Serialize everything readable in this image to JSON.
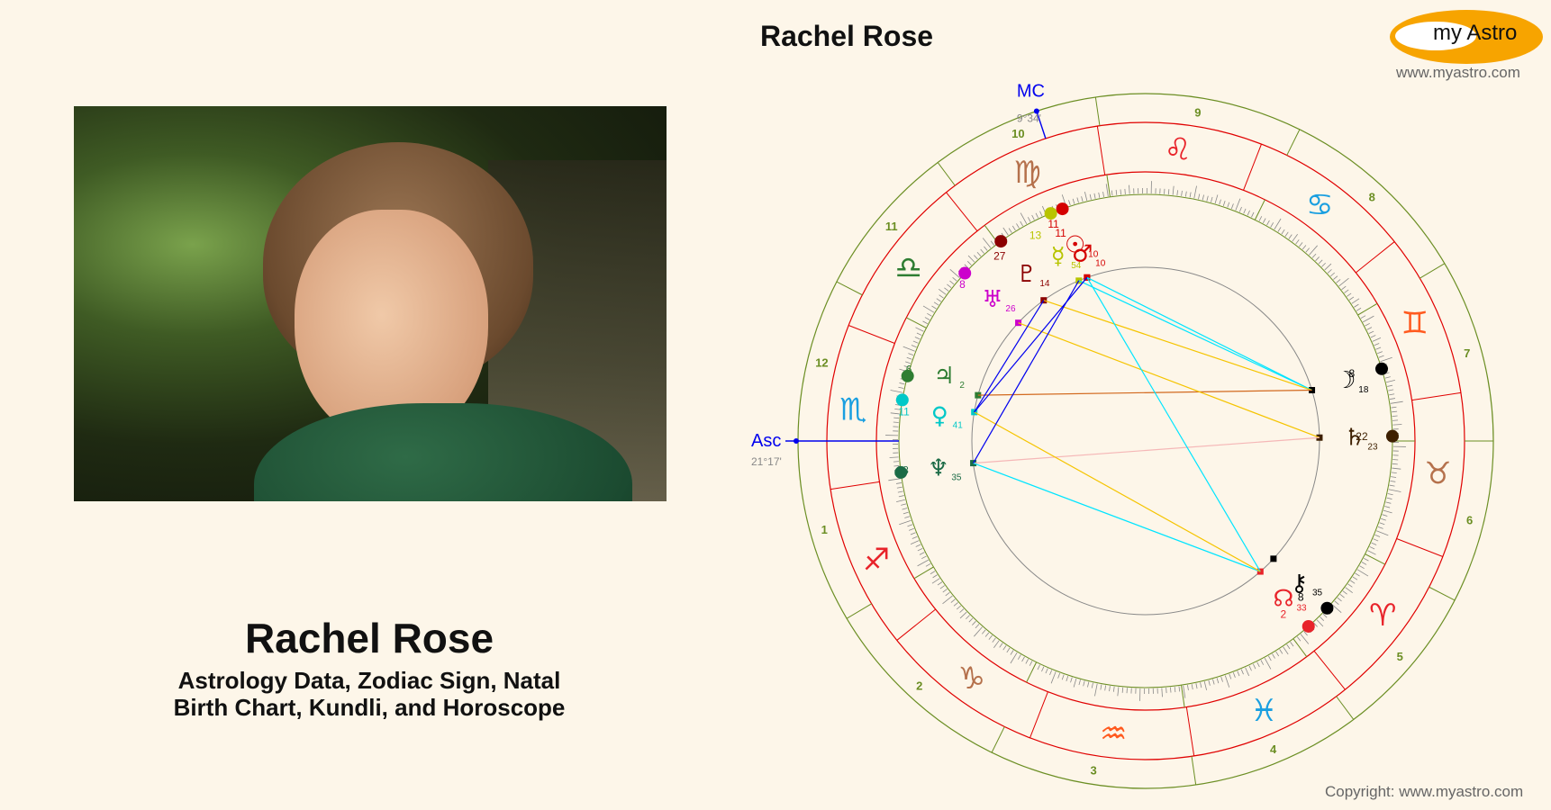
{
  "header": {
    "title": "Rachel Rose"
  },
  "logo": {
    "text": "my Astro",
    "url": "www.myastro.com"
  },
  "profile": {
    "photo_alt": "Rachel Rose portrait",
    "name": "Rachel Rose",
    "subtitle_line1": "Astrology Data, Zodiac Sign, Natal",
    "subtitle_line2": "Birth Chart, Kundli, and Horoscope"
  },
  "footer": {
    "copyright": "Copyright: www.myastro.com"
  },
  "chart": {
    "angles": {
      "asc": {
        "label": "Asc",
        "position": "21°17'"
      },
      "mc": {
        "label": "MC",
        "position": "9°34'"
      }
    },
    "houses": [
      "1",
      "2",
      "3",
      "4",
      "5",
      "6",
      "7",
      "8",
      "9",
      "10",
      "11",
      "12"
    ],
    "signs": [
      {
        "name": "Aries",
        "glyph": "♈",
        "color": "#e8232a"
      },
      {
        "name": "Taurus",
        "glyph": "♉",
        "color": "#b5714c"
      },
      {
        "name": "Gemini",
        "glyph": "♊",
        "color": "#ff5a1f"
      },
      {
        "name": "Cancer",
        "glyph": "♋",
        "color": "#1a9fe0"
      },
      {
        "name": "Leo",
        "glyph": "♌",
        "color": "#e8232a"
      },
      {
        "name": "Virgo",
        "glyph": "♍",
        "color": "#b5714c"
      },
      {
        "name": "Libra",
        "glyph": "♎",
        "color": "#2e7d32"
      },
      {
        "name": "Scorpio",
        "glyph": "♏",
        "color": "#1a9fe0"
      },
      {
        "name": "Sagittarius",
        "glyph": "♐",
        "color": "#e8232a"
      },
      {
        "name": "Capricorn",
        "glyph": "♑",
        "color": "#b5714c"
      },
      {
        "name": "Aquarius",
        "glyph": "♒",
        "color": "#ff5a1f"
      },
      {
        "name": "Pisces",
        "glyph": "♓",
        "color": "#1a9fe0"
      }
    ],
    "planets": [
      {
        "name": "Sun",
        "glyph": "☉",
        "degree": "11",
        "minutes": "10",
        "color": "#d40000"
      },
      {
        "name": "Mars",
        "glyph": "♂",
        "degree": "11",
        "minutes": "10",
        "color": "#d40000"
      },
      {
        "name": "Mercury",
        "glyph": "☿",
        "degree": "13",
        "minutes": "54",
        "color": "#b8c400"
      },
      {
        "name": "Pluto",
        "glyph": "♇",
        "degree": "27",
        "minutes": "14",
        "color": "#8b0000"
      },
      {
        "name": "Uranus",
        "glyph": "♅",
        "degree": "8",
        "minutes": "26",
        "color": "#cc00cc"
      },
      {
        "name": "Jupiter",
        "glyph": "♃",
        "degree": "6",
        "minutes": "2",
        "color": "#2e7d32"
      },
      {
        "name": "Venus",
        "glyph": "♀",
        "degree": "11",
        "minutes": "41",
        "color": "#00c8c8"
      },
      {
        "name": "Neptune",
        "glyph": "♆",
        "degree": "28",
        "minutes": "35",
        "color": "#1b6b46"
      },
      {
        "name": "Moon",
        "glyph": "☽",
        "degree": "8",
        "minutes": "18",
        "color": "#000000"
      },
      {
        "name": "Saturn",
        "glyph": "♄",
        "degree": "22",
        "minutes": "23",
        "color": "#3d1f00"
      },
      {
        "name": "Chiron",
        "glyph": "⚷",
        "degree": "8",
        "minutes": "35",
        "color": "#000000"
      },
      {
        "name": "North Node",
        "glyph": "☊",
        "degree": "2",
        "minutes": "33",
        "color": "#e8232a"
      }
    ],
    "colors": {
      "house_ring": "#6b8e23",
      "zodiac_ring": "#e00000",
      "asc_mc": "#0000ee",
      "inner_circle": "#888888"
    }
  }
}
